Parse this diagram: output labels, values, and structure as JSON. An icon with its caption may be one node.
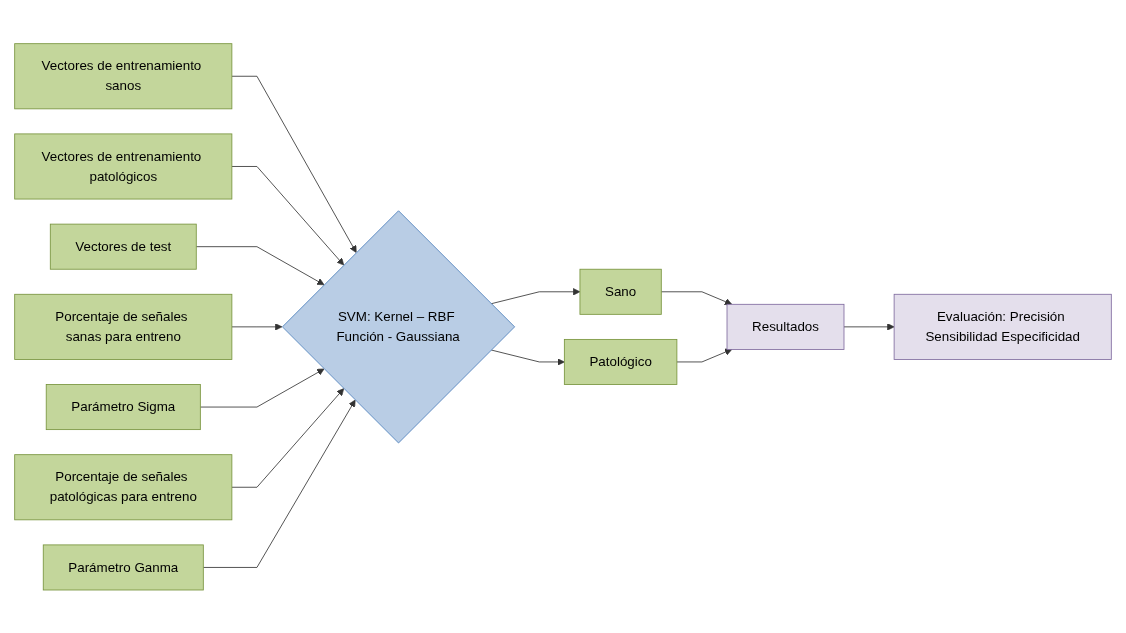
{
  "diagram": {
    "nodes": [
      {
        "text": [
          "Vectores de entrenamiento sanos"
        ]
      },
      {
        "text": [
          "Vectores de entrenamiento patológicos"
        ]
      },
      {
        "text": [
          "Vectores de test"
        ]
      },
      {
        "text": [
          "SVM: Kernel – RBF Función - Gaussiana"
        ]
      },
      {
        "text": [
          "Sano"
        ]
      },
      {
        "text": [
          "Patológico"
        ]
      },
      {
        "text": [
          "Resultados"
        ]
      },
      {
        "text": [
          "Porcentaje de señales sanas para entreno"
        ]
      },
      {
        "text": [
          "Parámetro Sigma"
        ]
      },
      {
        "text": [
          "Porcentaje de señales patológicas para entreno"
        ]
      },
      {
        "text": [
          "Parámetro Ganma"
        ]
      },
      {
        "text": [
          "Evaluación: Precisión Sensibilidad Especificidad"
        ]
      }
    ],
    "edges": [
      {
        "from": 0,
        "to": 3,
        "arrow": "to"
      },
      {
        "from": 1,
        "to": 3,
        "arrow": "to"
      },
      {
        "from": 2,
        "to": 3,
        "arrow": "to"
      },
      {
        "from": 3,
        "to": 4,
        "arrow": "to"
      },
      {
        "from": 3,
        "to": 5,
        "arrow": "to"
      },
      {
        "from": 4,
        "to": 6,
        "arrow": "to"
      },
      {
        "from": 5,
        "to": 6,
        "arrow": "to"
      },
      {
        "from": 6,
        "to": 11,
        "arrow": "to"
      },
      {
        "from": 7,
        "to": 3,
        "arrow": "to"
      },
      {
        "from": 8,
        "to": 3,
        "arrow": "to"
      },
      {
        "from": 9,
        "to": 3,
        "arrow": "to"
      },
      {
        "from": 10,
        "to": 3,
        "arrow": "to"
      }
    ]
  }
}
